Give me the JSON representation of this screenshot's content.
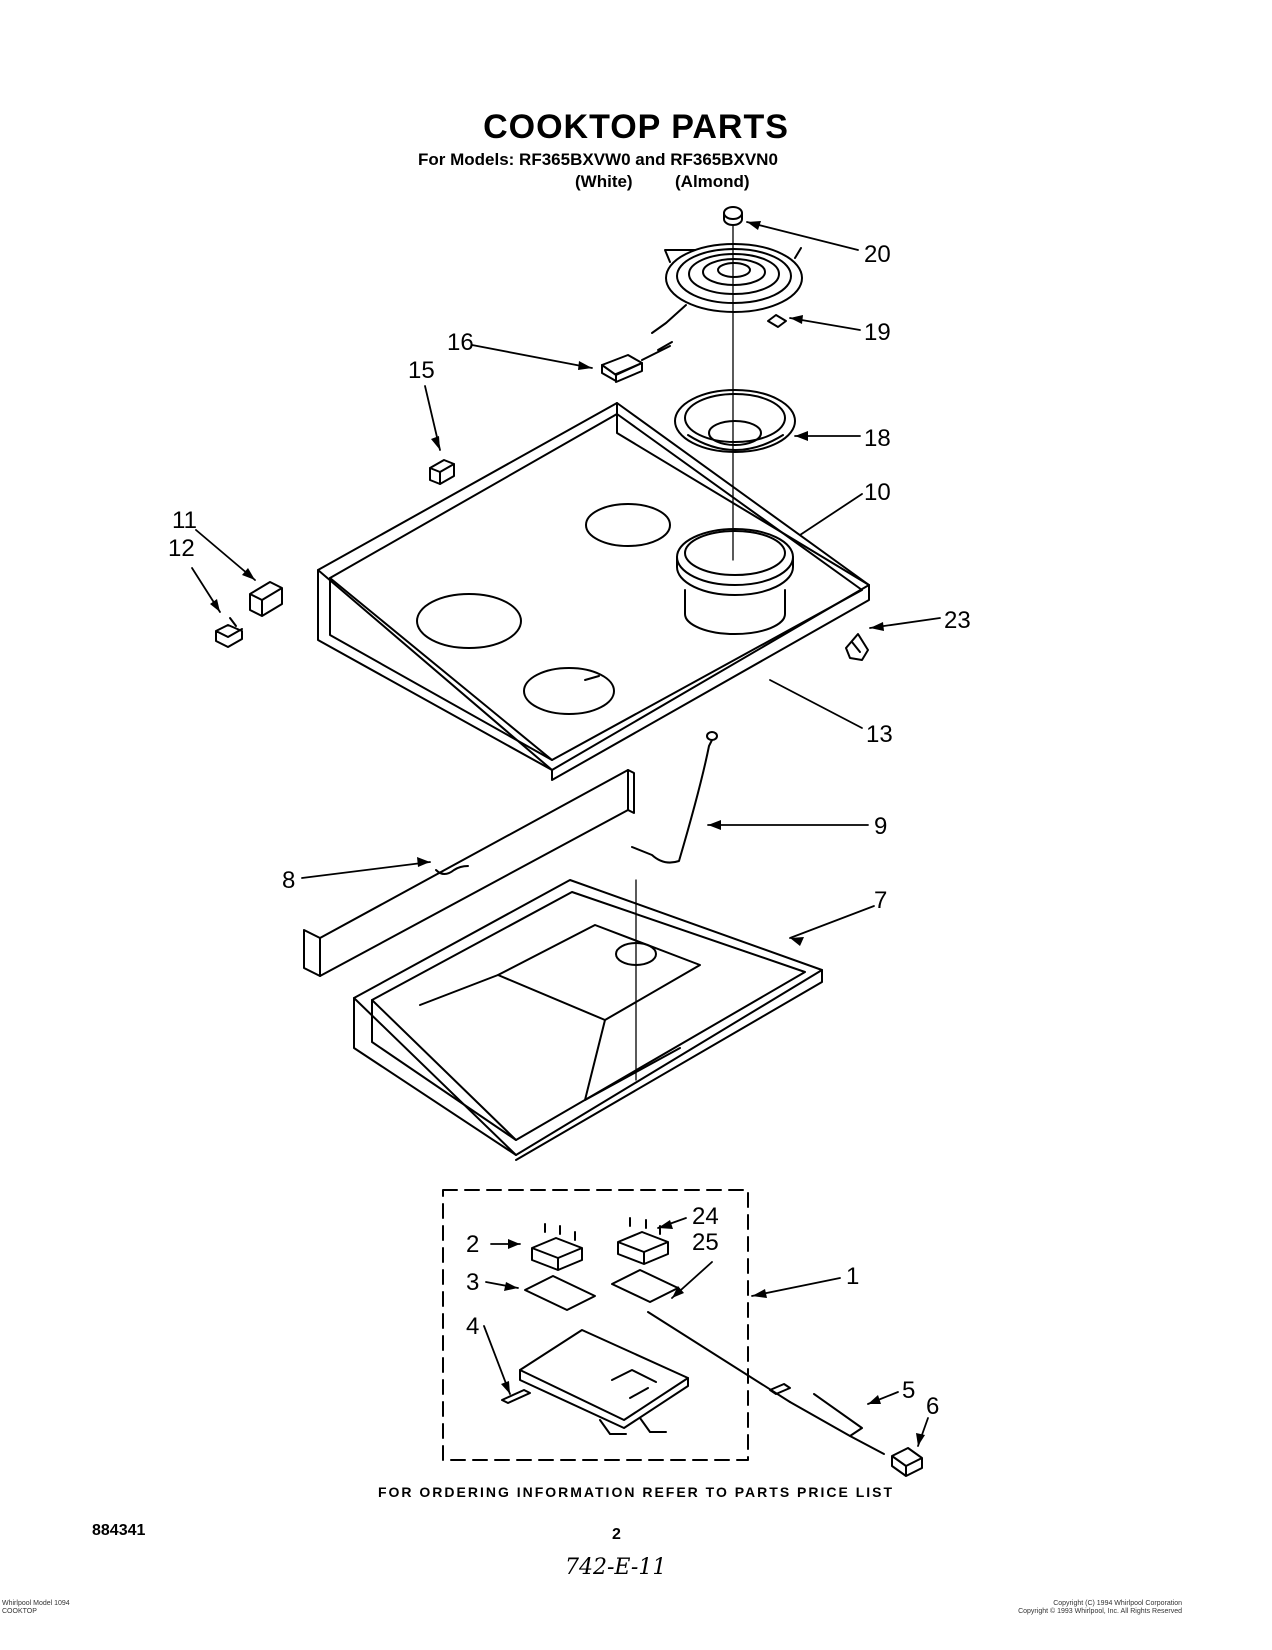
{
  "header": {
    "title": "COOKTOP PARTS",
    "models_line": "For Models: RF365BXVW0 and RF365BXVN0",
    "color_white": "(White)",
    "color_almond": "(Almond)"
  },
  "callouts": [
    "20",
    "19",
    "16",
    "15",
    "18",
    "10",
    "11",
    "12",
    "23",
    "13",
    "9",
    "8",
    "7",
    "2",
    "24",
    "25",
    "3",
    "1",
    "4",
    "5",
    "6"
  ],
  "footer": {
    "ordering_info": "FOR ORDERING INFORMATION REFER TO PARTS PRICE LIST",
    "doc_number": "884341",
    "page_number": "2",
    "handwritten": "742-E-11",
    "bottom_left": [
      "Whirlpool Model 1094",
      "COOKTOP"
    ],
    "bottom_right": [
      "Copyright (C) 1994 Whirlpool Corporation",
      "Copyright © 1993 Whirlpool, Inc. All Rights Reserved"
    ]
  }
}
